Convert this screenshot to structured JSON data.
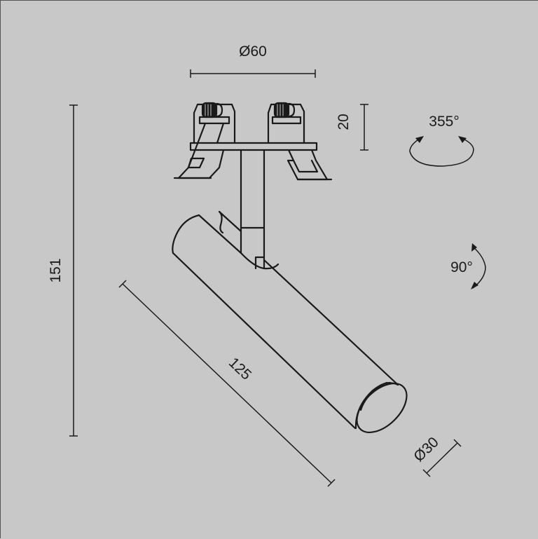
{
  "diagram": {
    "type": "technical-drawing",
    "subject": "recessed track spotlight, cylindrical head on stem",
    "colors": {
      "background": "#c8c8c8",
      "line": "#1a1a1a"
    },
    "dimensions": {
      "mount_diameter": "Ø60",
      "mount_height": "20",
      "total_height": "151",
      "head_length": "125",
      "head_diameter": "Ø30"
    },
    "rotations": {
      "horizontal": "355°",
      "vertical": "90°"
    }
  }
}
